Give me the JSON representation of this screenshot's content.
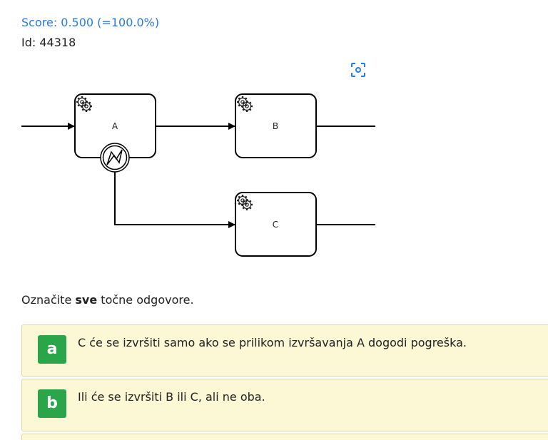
{
  "score": "Score: 0.500 (=100.0%)",
  "id": "Id: 44318",
  "diagram": {
    "tasks": [
      {
        "label": "A",
        "icon": "gear-icon"
      },
      {
        "label": "B",
        "icon": "gear-icon"
      },
      {
        "label": "C",
        "icon": "gear-icon"
      }
    ],
    "boundary_event_icon": "error-event-icon"
  },
  "instruction": {
    "prefix": "Označite ",
    "bold": "sve",
    "suffix": " točne odgovore."
  },
  "answers": [
    {
      "letter": "a",
      "text": "C će se izvršiti samo ako se prilikom izvršavanja A dogodi pogreška."
    },
    {
      "letter": "b",
      "text": "Ili će se izvršiti B ili C, ali ne oba."
    }
  ],
  "colors": {
    "score": "#2a7ae2",
    "letter_badge": "#2aa549",
    "answer_bg": "#fcf8d6"
  }
}
